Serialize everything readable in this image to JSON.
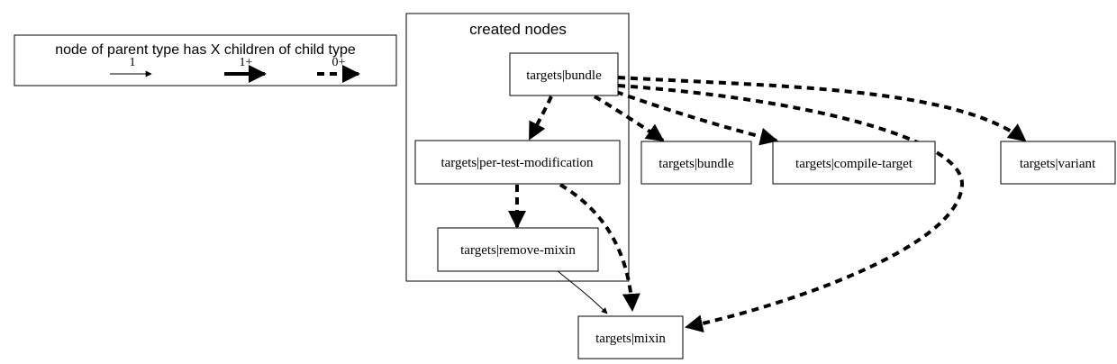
{
  "legend": {
    "title": "node of parent type has X children of child type",
    "items": [
      {
        "label": "1"
      },
      {
        "label": "1+"
      },
      {
        "label": "0+"
      }
    ]
  },
  "cluster": {
    "label": "created nodes"
  },
  "nodes": {
    "bundle_top": "targets|bundle",
    "per_test_modification": "targets|per-test-modification",
    "remove_mixin": "targets|remove-mixin",
    "bundle": "targets|bundle",
    "compile_target": "targets|compile-target",
    "variant": "targets|variant",
    "mixin": "targets|mixin"
  }
}
